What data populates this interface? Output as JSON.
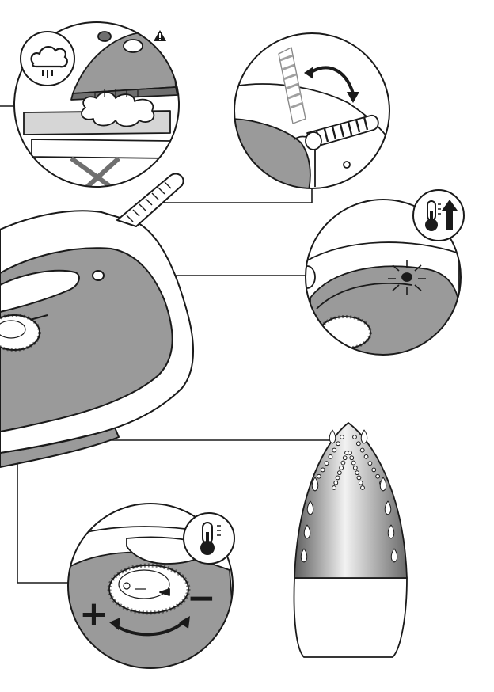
{
  "diagram": {
    "subject": "steam-iron-features",
    "callouts": [
      {
        "id": "steam",
        "icon": "steam-cloud-icon",
        "warning_icon": "warning-triangle-icon"
      },
      {
        "id": "cord",
        "icon": "rotate-arrow-icon"
      },
      {
        "id": "light",
        "icon": "thermometer-up-icon"
      },
      {
        "id": "thermostat",
        "icon": "thermometer-icon",
        "increase_sign": "+",
        "decrease_sign": "−"
      },
      {
        "id": "soleplate"
      }
    ],
    "colors": {
      "outline": "#1a1a1a",
      "body_gray": "#9a9a9a",
      "dark_gray": "#6f6f6f",
      "light_gray": "#d6d6d6",
      "white": "#ffffff"
    }
  }
}
